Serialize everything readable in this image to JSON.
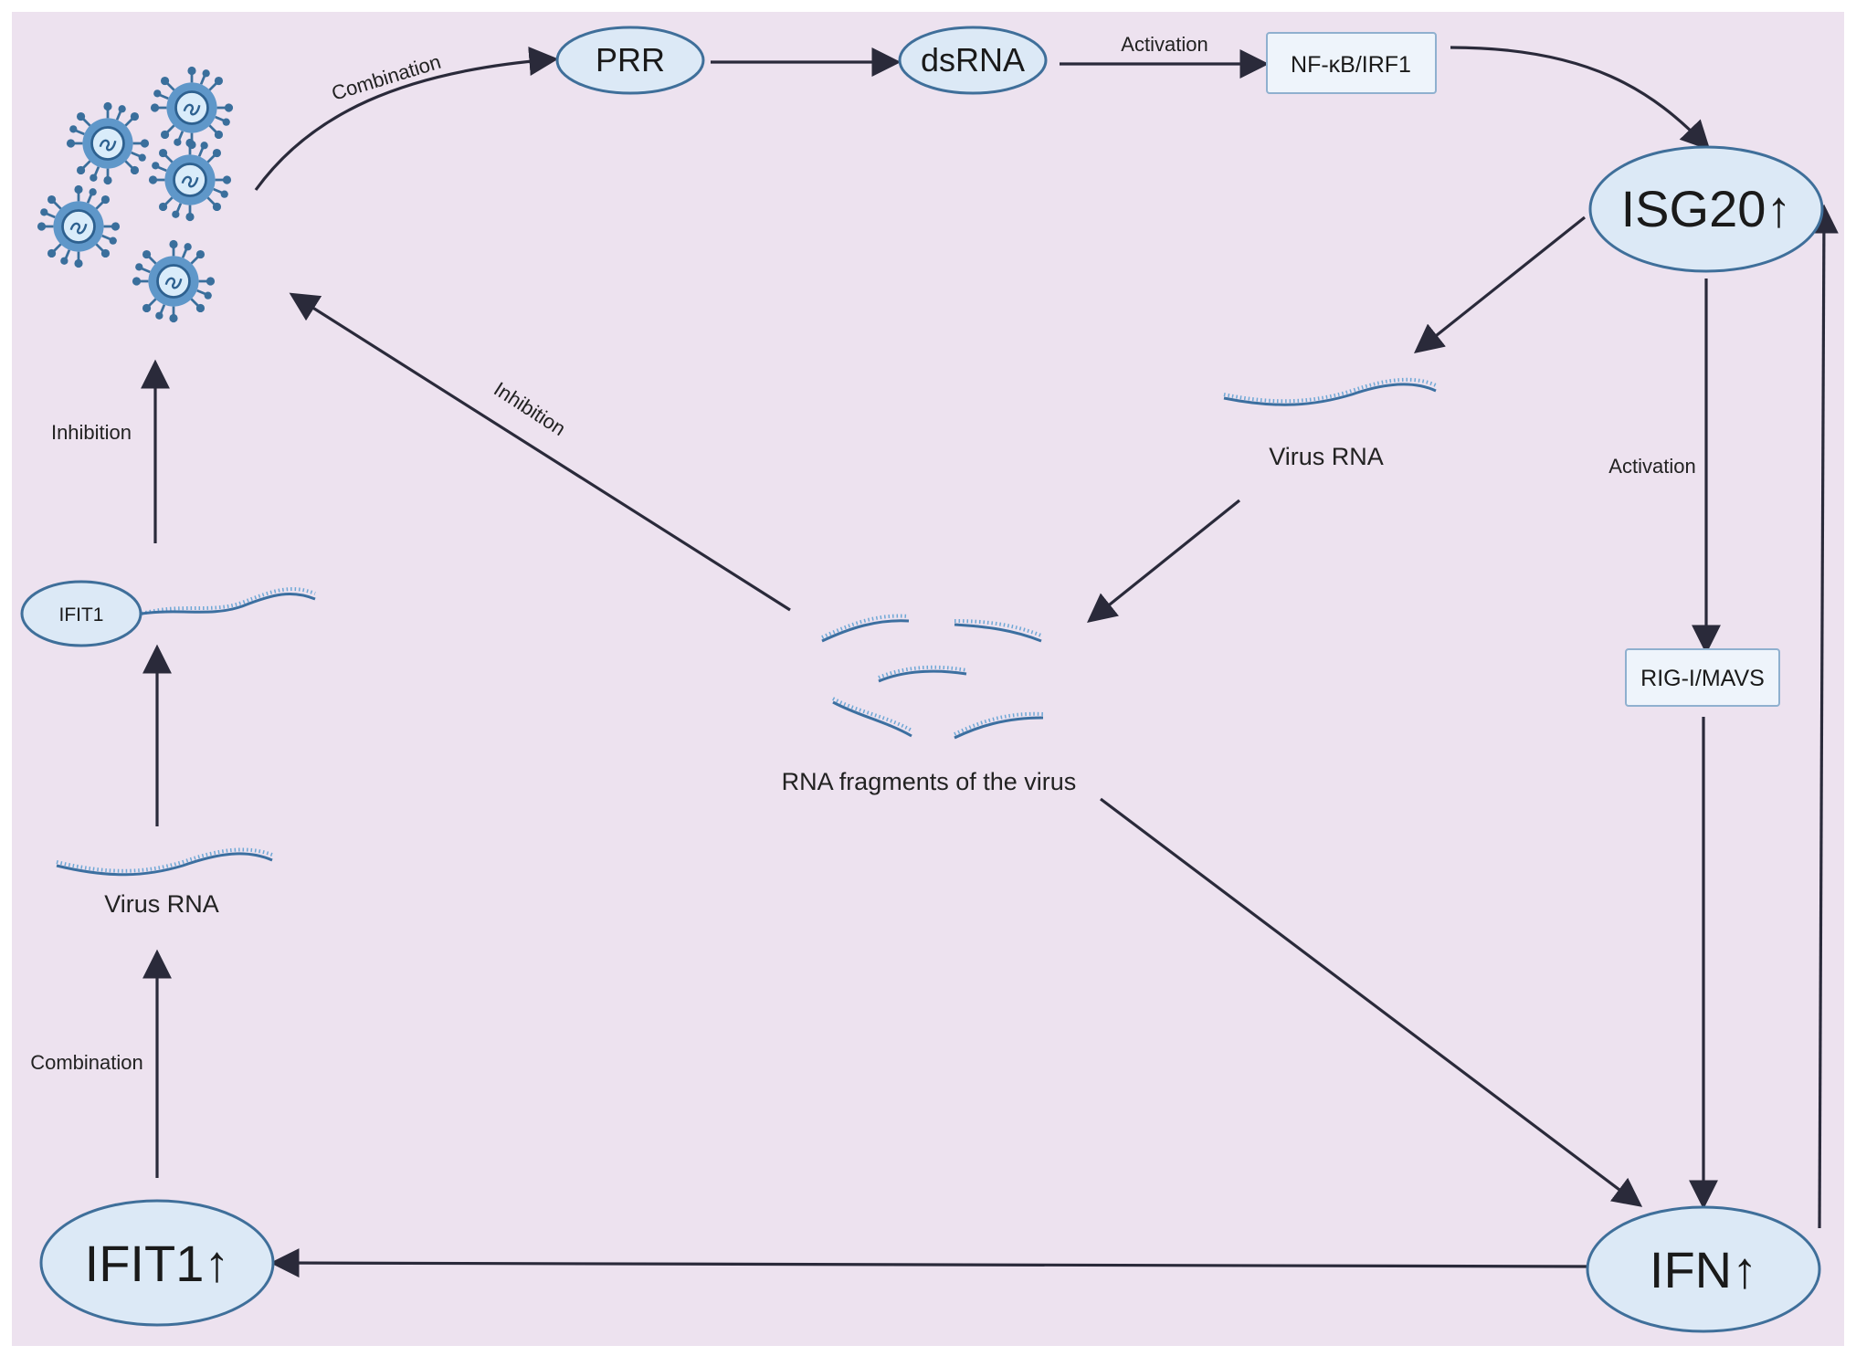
{
  "nodes": {
    "prr": "PRR",
    "dsrna": "dsRNA",
    "nfkb_irf1": "NF-κB/IRF1",
    "isg20": "ISG20↑",
    "rig_mavs": "RIG-I/MAVS",
    "ifn": "IFN↑",
    "ifit1_up": "IFIT1↑",
    "ifit1_small": "IFIT1"
  },
  "labels": {
    "combination_top": "Combination",
    "activation_top": "Activation",
    "activation_right": "Activation",
    "inhibition_diag": "Inhibition",
    "inhibition_left": "Inhibition",
    "combination_left": "Combination",
    "virus_rna_right": "Virus RNA",
    "virus_rna_left": "Virus RNA",
    "rna_fragments": "RNA fragments of the virus"
  },
  "icons": {
    "virus": "virus-particle-icon"
  },
  "colors": {
    "background": "#ede2ef",
    "node_fill": "#dce9f6",
    "node_stroke": "#3f6f9a",
    "arrow": "#2a2a3a",
    "rna": "#3c6fa0"
  }
}
